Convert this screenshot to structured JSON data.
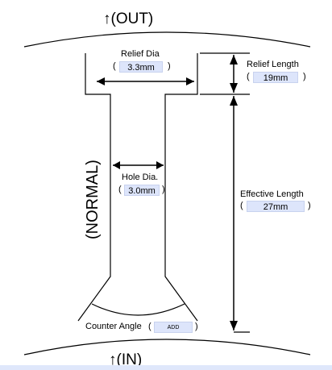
{
  "out_label": "↑(OUT)",
  "in_label": "↑(IN)",
  "mode_label": "(NORMAL)",
  "relief_dia": {
    "label": "Relief Dia",
    "value": "3.3mm"
  },
  "relief_length": {
    "label": "Relief  Length",
    "value": "19mm"
  },
  "hole_dia": {
    "label": "Hole Dia.",
    "value": "3.0mm"
  },
  "effective_length": {
    "label": "Effective  Length",
    "value": "27mm"
  },
  "counter_angle": {
    "label": "Counter Angle",
    "button": "ADD"
  },
  "colors": {
    "field_bg": "#dde5fb",
    "line": "#000000"
  }
}
